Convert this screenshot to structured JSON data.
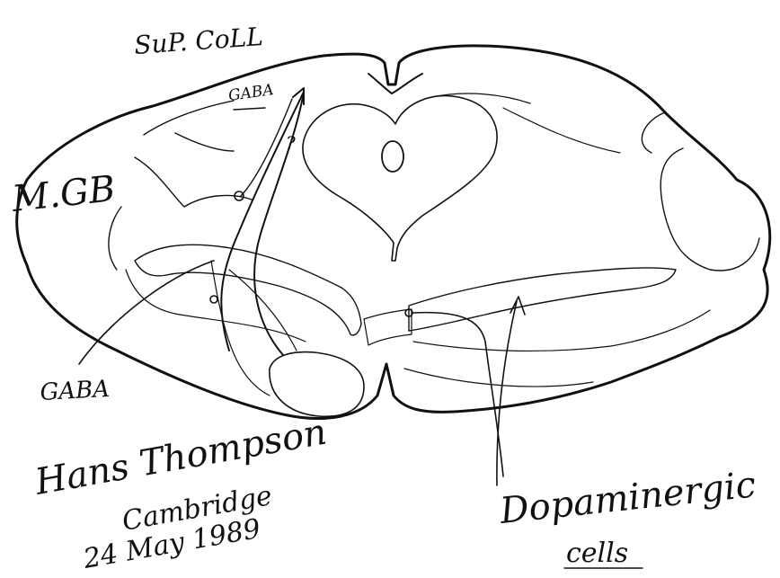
{
  "labels": {
    "sup_coll": "SuP. CoLL",
    "gaba_top": "GABA",
    "question": "?",
    "mgb": "M.GB",
    "gaba_left": "GABA",
    "dopaminergic": "Dopaminergic",
    "cells": "cells",
    "signature_name": "Hans Thompson",
    "signature_place": "Cambridge",
    "signature_date": "24 May 1989"
  },
  "colors": {
    "ink": "#111111",
    "paper": "#ffffff"
  }
}
